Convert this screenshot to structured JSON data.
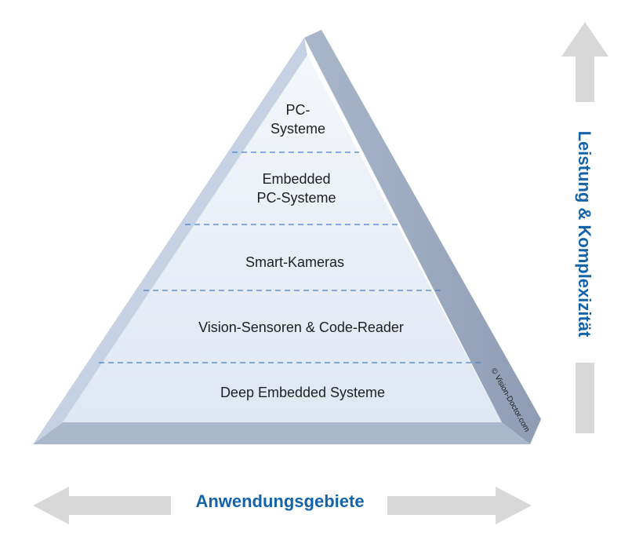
{
  "levels": [
    {
      "lines": [
        "PC-",
        "Systeme"
      ]
    },
    {
      "lines": [
        "Embedded",
        "PC-Systeme"
      ]
    },
    {
      "lines": [
        "Smart-Kameras"
      ]
    },
    {
      "lines": [
        "Vision-Sensoren & Code-Reader"
      ]
    },
    {
      "lines": [
        "Deep Embedded Systeme"
      ]
    }
  ],
  "axis_horizontal": {
    "label": "Anwendungsgebiete"
  },
  "axis_vertical": {
    "label": "Leistung & Komplexizität"
  },
  "copyright": "© Vision-Doctor.com",
  "colors": {
    "face_top": "#f4f7fb",
    "face_bottom": "#dfe7f2",
    "left_edge": "#c5d2e3",
    "right_side": "#9eadc2",
    "base": "#aab8cc",
    "divider": "#4a7fc6",
    "arrow": "#d8d8d8",
    "accent_text": "#1463a8"
  }
}
